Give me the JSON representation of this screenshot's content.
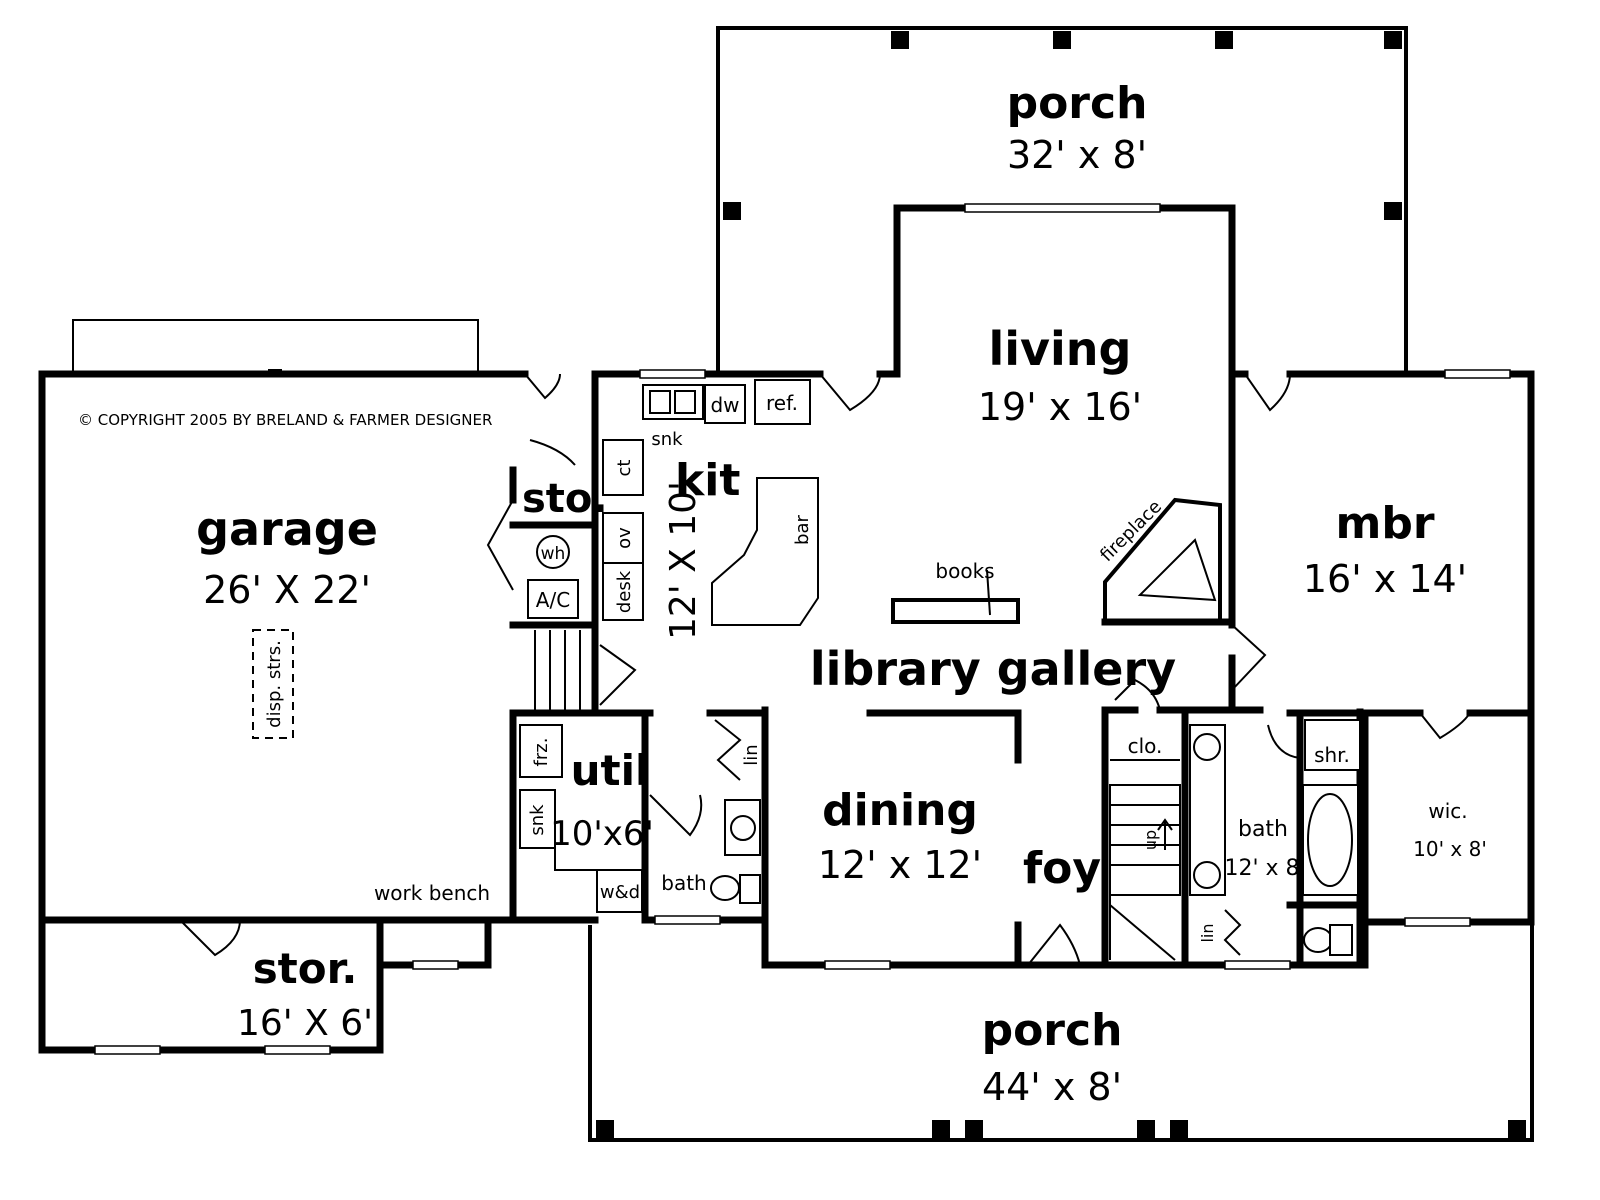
{
  "copyright": "© COPYRIGHT 2005 BY BRELAND & FARMER DESIGNER",
  "rooms": {
    "porch_rear": {
      "name": "porch",
      "dims": "32' x 8'"
    },
    "living": {
      "name": "living",
      "dims": "19' x 16'"
    },
    "garage": {
      "name": "garage",
      "dims": "26' X 22'"
    },
    "kit": {
      "name": "kit",
      "dims": "12' X 10'"
    },
    "mbr": {
      "name": "mbr",
      "dims": "16' x 14'"
    },
    "library": {
      "name": "library gallery"
    },
    "util": {
      "name": "util",
      "dims": "10'x6'"
    },
    "dining": {
      "name": "dining",
      "dims": "12' x 12'"
    },
    "foy": {
      "name": "foy"
    },
    "stor": {
      "name": "stor.",
      "dims": "16' X 6'"
    },
    "porch_front": {
      "name": "porch",
      "dims": "44' x 8'"
    },
    "sto": {
      "name": "sto."
    },
    "bath_master": {
      "name": "bath",
      "dims": "12' x 8'"
    },
    "wic": {
      "name": "wic.",
      "dims": "10' x 8'"
    }
  },
  "labels": {
    "dw": "dw",
    "ref": "ref.",
    "snk_kit": "snk",
    "ct": "ct",
    "ov": "ov",
    "desk": "desk",
    "bar": "bar",
    "wh": "wh",
    "ac": "A/C",
    "disp": "disp. strs.",
    "books": "books",
    "fireplace": "fireplace",
    "frz": "frz.",
    "snk_util": "snk",
    "wd": "w&d",
    "lin1": "lin",
    "bath_half": "bath",
    "clo": "clo.",
    "up": "up",
    "shr": "shr.",
    "lin2": "lin",
    "work_bench": "work bench"
  }
}
